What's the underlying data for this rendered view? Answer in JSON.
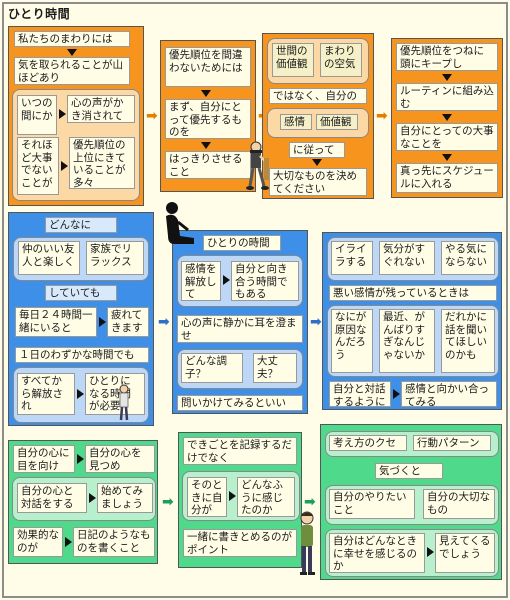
{
  "title": "ひとり時間",
  "p1": {
    "b1": "私たちのまわりには",
    "b2": "気を取られることが山ほどあり",
    "b3": "いつの間にか",
    "b4": "心の声がかき消されて",
    "b5": "それほど大事でないことが",
    "b6": "優先順位の上位にきていることが多々"
  },
  "p2": {
    "b1": "優先順位を間違わないためには",
    "b2": "まず、自分にとって優先するものを",
    "b3": "はっきりさせること"
  },
  "p3": {
    "b1": "世間の価値観",
    "b2": "まわりの空気",
    "b3": "ではなく、自分の",
    "b4": "感情",
    "b5": "価値観",
    "b6": "に従って",
    "b7": "大切なものを決めてください"
  },
  "p4": {
    "b1": "優先順位をつねに頭にキープし",
    "b2": "ルーティンに組み込む",
    "b3": "自分にとっての大事なことを",
    "b4": "真っ先にスケジュールに入れる"
  },
  "p5": {
    "b1": "どんなに",
    "b2": "仲のいい友人と楽しく",
    "b3": "家族でリラックス",
    "b4": "していても",
    "b5": "毎日２４時間一緒にいると",
    "b6": "疲れてきます",
    "b7": "１日のわずかな時間でも",
    "b8": "すべてから解放され",
    "b9": "ひとりになる時間が必要"
  },
  "p6": {
    "b1": "ひとりの時間は",
    "b2": "感情を解放して",
    "b3": "自分と向き合う時間でもある",
    "b4": "心の声に静かに耳を澄ませ",
    "b5": "どんな調子？",
    "b6": "大丈夫？",
    "b7": "問いかけてみるといい"
  },
  "p7": {
    "b1": "イライラする",
    "b2": "気分がすぐれない",
    "b3": "やる気にならない",
    "b4": "悪い感情が残っているときは",
    "b5": "なにが原因なんだろう",
    "b6": "最近、がんばりすぎなんじゃないか",
    "b7": "だれかに話を聞いてほしいのかも",
    "b8": "自分と対話するように",
    "b9": "感情と向かい合ってみる"
  },
  "p8": {
    "b1": "自分の心に目を向け",
    "b2": "自分の心を見つめ",
    "b3": "自分の心と対話をする",
    "b4": "始めてみましょう",
    "b5": "効果的なのが",
    "b6": "日記のようなものを書くこと"
  },
  "p9": {
    "b1": "できごとを記録するだけでなく",
    "b2": "そのときに自分が",
    "b3": "どんなふうに感じたのか",
    "b4": "一緒に書きとめるのがポイント"
  },
  "p10": {
    "b1": "考え方のクセ",
    "b2": "行動パターン",
    "b3": "気づくと",
    "b4": "自分のやりたいこと",
    "b5": "自分の大切なもの",
    "b6": "自分はどんなときに幸せを感じるのか",
    "b7": "見えてくるでしょう"
  },
  "colors": {
    "orange": "#f7941d",
    "blue": "#3d8fe8",
    "green": "#4fd98a",
    "background": "#fffde7"
  },
  "icons": [
    "person-sitting-icon",
    "person-walking-icon",
    "person-standing-icon",
    "person-hiking-icon"
  ]
}
